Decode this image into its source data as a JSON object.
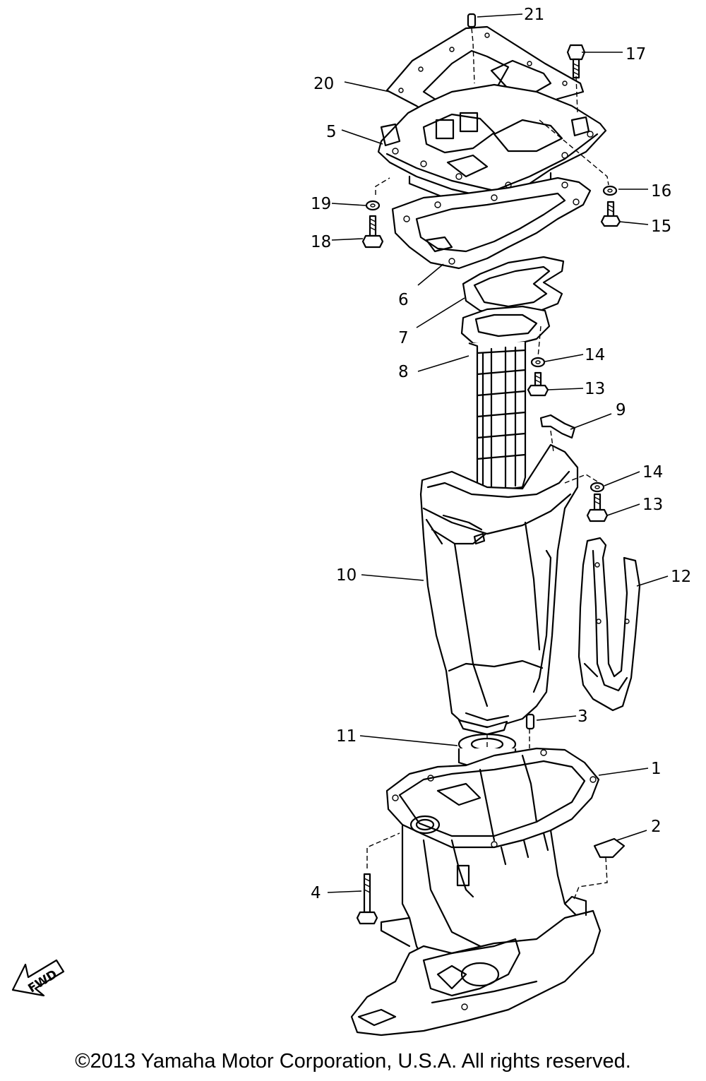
{
  "diagram": {
    "callouts": [
      {
        "id": "21",
        "label": "21"
      },
      {
        "id": "17",
        "label": "17"
      },
      {
        "id": "20",
        "label": "20"
      },
      {
        "id": "5",
        "label": "5"
      },
      {
        "id": "16",
        "label": "16"
      },
      {
        "id": "19",
        "label": "19"
      },
      {
        "id": "15",
        "label": "15"
      },
      {
        "id": "18",
        "label": "18"
      },
      {
        "id": "6",
        "label": "6"
      },
      {
        "id": "7",
        "label": "7"
      },
      {
        "id": "14a",
        "label": "14"
      },
      {
        "id": "8",
        "label": "8"
      },
      {
        "id": "13a",
        "label": "13"
      },
      {
        "id": "9",
        "label": "9"
      },
      {
        "id": "14b",
        "label": "14"
      },
      {
        "id": "13b",
        "label": "13"
      },
      {
        "id": "12",
        "label": "12"
      },
      {
        "id": "10",
        "label": "10"
      },
      {
        "id": "3",
        "label": "3"
      },
      {
        "id": "11",
        "label": "11"
      },
      {
        "id": "1",
        "label": "1"
      },
      {
        "id": "2",
        "label": "2"
      },
      {
        "id": "4",
        "label": "4"
      }
    ],
    "fwd_arrow": {
      "label": "FWD",
      "icon": "fwd-arrow-icon"
    }
  },
  "footer": {
    "copyright": "©2013 Yamaha Motor Corporation, U.S.A. All rights reserved."
  }
}
